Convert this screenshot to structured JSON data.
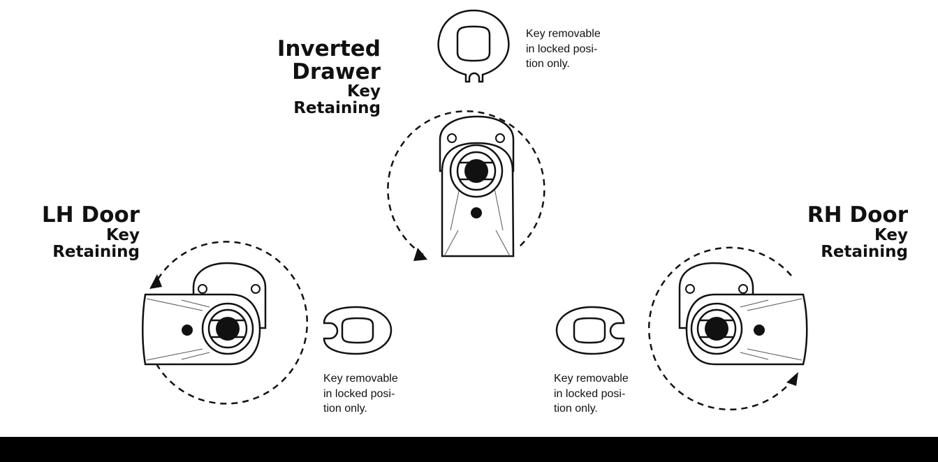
{
  "diagrams": {
    "inverted_drawer": {
      "title_line1": "Inverted",
      "title_line2": "Drawer",
      "subtitle_line1": "Key",
      "subtitle_line2": "Retaining",
      "note_line1": "Key removable",
      "note_line2": "in locked posi-",
      "note_line3": "tion only."
    },
    "lh_door": {
      "title": "LH Door",
      "subtitle_line1": "Key",
      "subtitle_line2": "Retaining",
      "note_line1": "Key removable",
      "note_line2": "in locked posi-",
      "note_line3": "tion only."
    },
    "rh_door": {
      "title": "RH Door",
      "subtitle_line1": "Key",
      "subtitle_line2": "Retaining",
      "note_line1": "Key removable",
      "note_line2": "in locked posi-",
      "note_line3": "tion only."
    }
  },
  "colors": {
    "ink": "#111111",
    "background": "#ffffff",
    "bar": "#000000"
  }
}
